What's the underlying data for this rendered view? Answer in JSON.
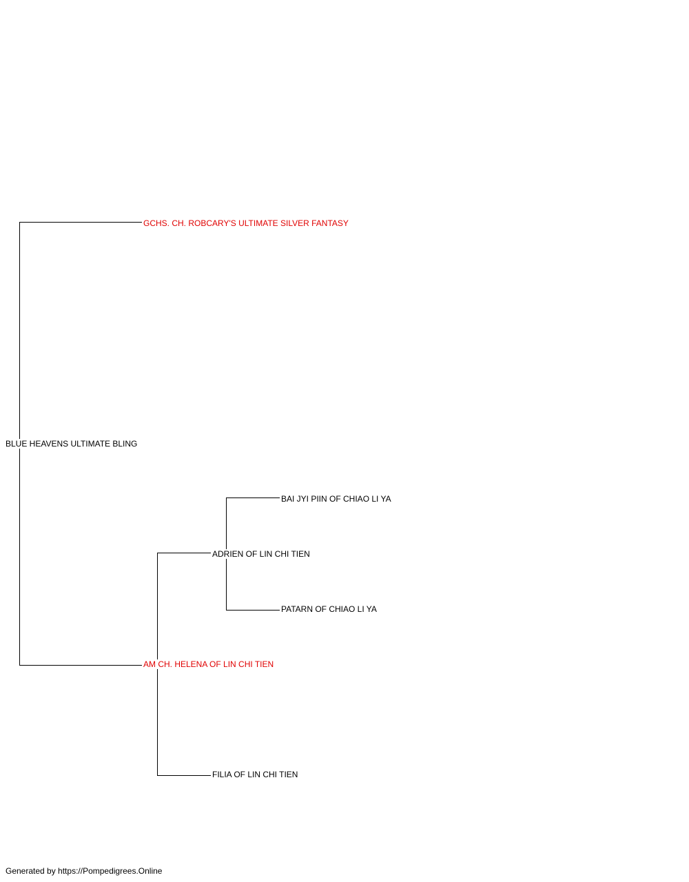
{
  "colors": {
    "titled_name": "#e00000",
    "plain_name": "#000000",
    "connector": "#000000"
  },
  "pedigree": {
    "subject": {
      "name": "BLUE HEAVENS ULTIMATE BLING"
    },
    "sire": {
      "name": "GCHS. CH. ROBCARY'S ULTIMATE SILVER FANTASY",
      "titled": true
    },
    "dam": {
      "name": "AM CH. HELENA OF LIN CHI TIEN",
      "titled": true
    },
    "dam_sire": {
      "name": "ADRIEN OF LIN CHI TIEN"
    },
    "dam_dam": {
      "name": "FILIA OF LIN CHI TIEN"
    },
    "dam_sire_sire": {
      "name": "BAI JYI PIIN OF CHIAO LI YA"
    },
    "dam_sire_dam": {
      "name": "PATARN OF CHIAO LI YA"
    }
  },
  "footer": {
    "text": "Generated by https://Pompedigrees.Online"
  }
}
